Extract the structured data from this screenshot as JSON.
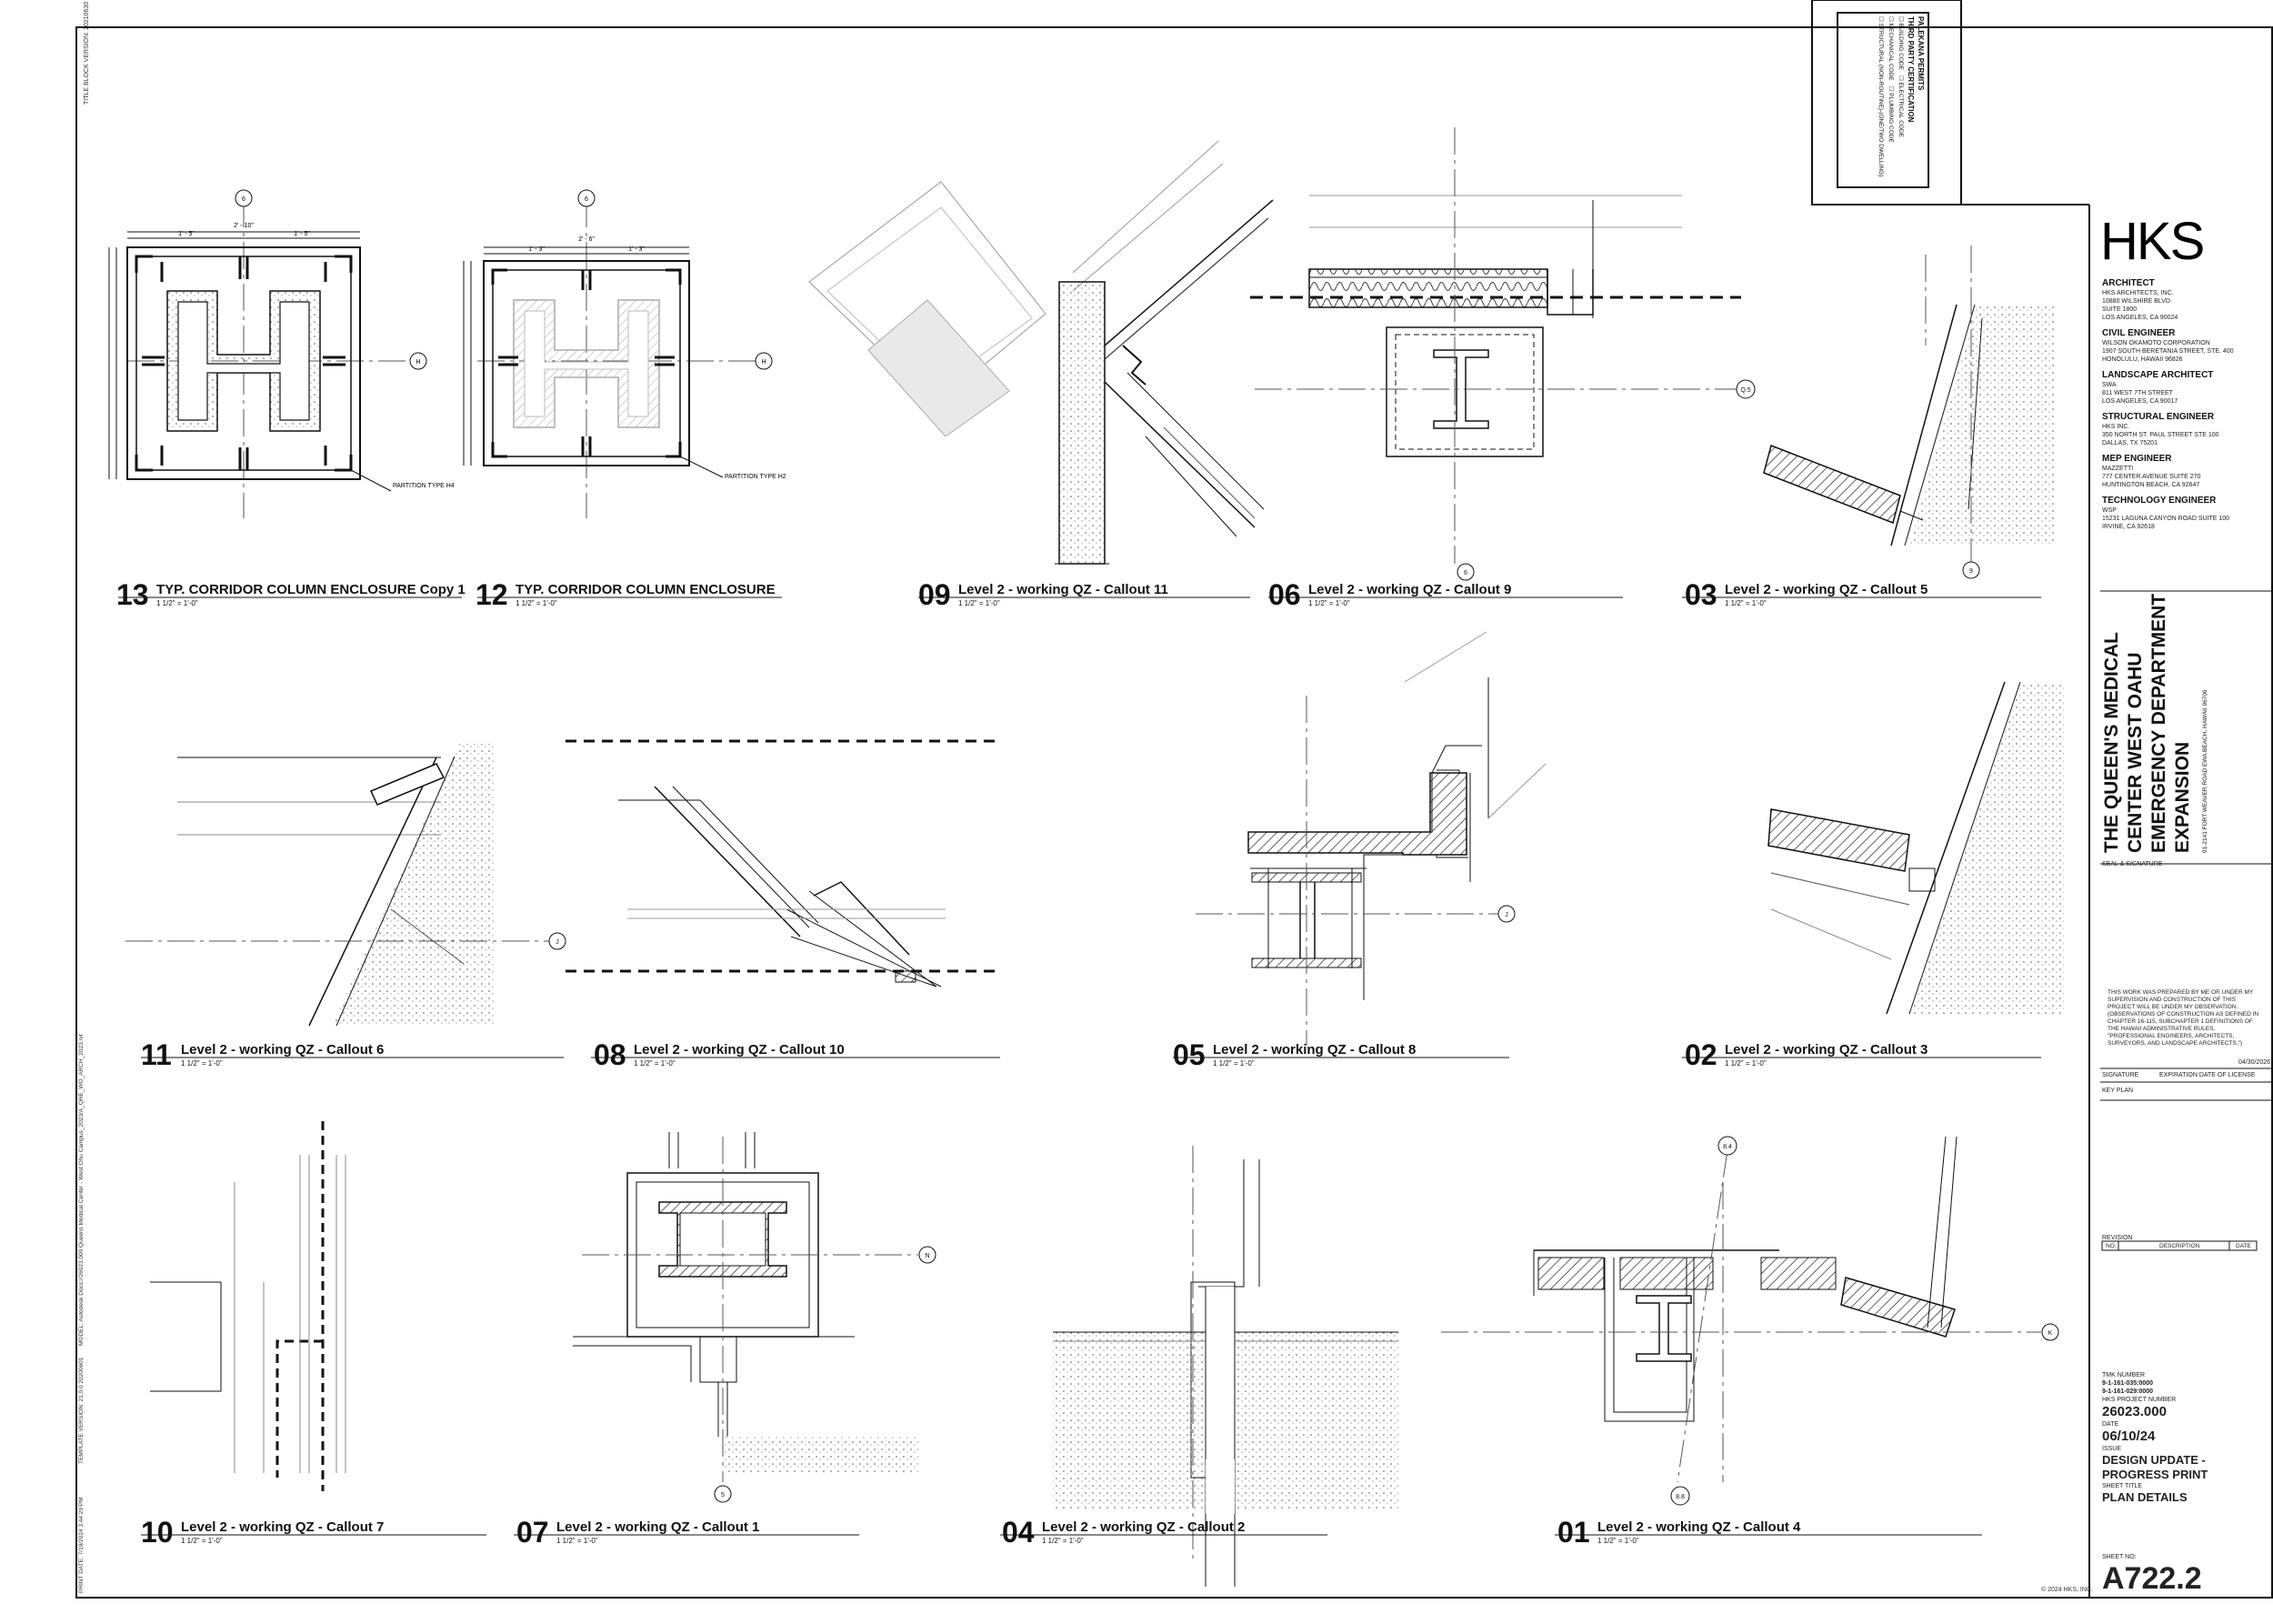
{
  "border_text": {
    "title_block_version": "TITLE BLOCK VERSION:  20210630",
    "print_date": "PRINT DATE: 7/19/2024 3:44:29 PM",
    "template_version": "TEMPLATE VERSION: 21.0.0  20200601",
    "model": "MODEL: Autodesk Docs://26023.000 Queens Medical Center - West Ohu Campus_2023/A_QHE_WO_ARCH_2023.rvt",
    "copyright": "© 2024 HKS, INC."
  },
  "permits": {
    "title": "PALEKANA PERMITS",
    "subtitle": "THIRD PARTY CERTIFICATION",
    "items": [
      "BUILDING CODE",
      "ELECTRICAL CODE",
      "MECHANICAL CODE",
      "PLUMBING CODE",
      "STRUCTURAL (NON-ROUTINE)-(ONE/TWO DWELLING)"
    ]
  },
  "title_block": {
    "logo": "HKS",
    "consultants": [
      {
        "role": "ARCHITECT",
        "lines": [
          "HKS ARCHITECTS, INC.",
          "10880 WILSHIRE BLVD.",
          "SUITE 1800",
          "LOS ANGELES, CA  90024"
        ]
      },
      {
        "role": "CIVIL ENGINEER",
        "lines": [
          "WILSON OKAMOTO CORPORATION",
          "1907 SOUTH BERETANIA STREET, STE. 400",
          "HONOLULU, HAWAII 96826"
        ]
      },
      {
        "role": "LANDSCAPE ARCHITECT",
        "lines": [
          "SWA",
          "811 WEST 7TH STREET",
          "LOS ANGELES, CA 90017"
        ]
      },
      {
        "role": "STRUCTURAL ENGINEER",
        "lines": [
          "HKS INC.",
          "350 NORTH ST. PAUL STREET STE 100",
          "DALLAS, TX 75201"
        ]
      },
      {
        "role": "MEP ENGINEER",
        "lines": [
          "MAZZETTI",
          "777 CENTER AVENUE SUITE 270",
          "HUNTINGTON BEACH, CA 92647"
        ]
      },
      {
        "role": "TECHNOLOGY ENGINEER",
        "lines": [
          "WSP",
          "15231 LAGUNA CANYON ROAD SUITE 100",
          "IRVINE, CA 92618"
        ]
      }
    ],
    "project_lines": [
      "THE QUEEN'S MEDICAL",
      "CENTER WEST OAHU",
      "EMERGENCY DEPARTMENT",
      "EXPANSION"
    ],
    "project_address": "91-2141 FORT WEAVER ROAD EWA BEACH, HAWAII 96706",
    "seal_label": "SEAL & SIGNATURE",
    "cert_text": [
      "THIS WORK WAS PREPARED BY ME OR UNDER MY",
      "SUPERVISION AND CONSTRUCTION OF THIS",
      "PROJECT WILL BE UNDER MY OBSERVATION.",
      "(OBSERVATIONS OF CONSTRUCTION AS DEFINED IN",
      "CHAPTER 16-115, SUBCHAPTER 1 DEFINITIONS OF",
      "THE HAWAII ADMINISTRATIVE RULES,",
      "\"PROFESSIONAL ENGINEERS, ARCHITECTS,",
      "SURVEYORS, AND LANDSCAPE ARCHITECTS.\")"
    ],
    "expiration_date": "04/30/2026",
    "signature_label": "SIGNATURE",
    "expiration_label": "EXPIRATION DATE OF LICENSE",
    "key_plan_label": "KEY PLAN",
    "revision_label": "REVISION",
    "revision_cols": [
      "NO.",
      "DESCRIPTION",
      "DATE"
    ],
    "tmk_label": "TMK NUMBER",
    "tmk_values": [
      "9-1-161-035:0000",
      "9-1-161-029:0000"
    ],
    "project_number_label": "HKS PROJECT NUMBER",
    "project_number": "26023.000",
    "date_label": "DATE",
    "date": "06/10/24",
    "issue_label": "ISSUE",
    "issue_lines": [
      "DESIGN UPDATE -",
      "PROGRESS PRINT"
    ],
    "sheet_title_label": "SHEET TITLE",
    "sheet_title": "PLAN DETAILS",
    "sheet_no_label": "SHEET NO:",
    "sheet_no": "A722.2"
  },
  "details": [
    {
      "number": "13",
      "title": "TYP. CORRIDOR COLUMN ENCLOSURE Copy 1",
      "scale": "1 1/2\" = 1'-0\""
    },
    {
      "number": "12",
      "title": "TYP. CORRIDOR COLUMN ENCLOSURE",
      "scale": "1 1/2\" = 1'-0\""
    },
    {
      "number": "09",
      "title": "Level 2 - working QZ - Callout 11",
      "scale": "1 1/2\" = 1'-0\""
    },
    {
      "number": "06",
      "title": "Level 2 - working QZ - Callout 9",
      "scale": "1 1/2\" = 1'-0\""
    },
    {
      "number": "03",
      "title": "Level 2 - working QZ - Callout 5",
      "scale": "1 1/2\" = 1'-0\""
    },
    {
      "number": "11",
      "title": "Level 2 - working QZ - Callout 6",
      "scale": "1 1/2\" = 1'-0\""
    },
    {
      "number": "08",
      "title": "Level 2 - working QZ - Callout 10",
      "scale": "1 1/2\" = 1'-0\""
    },
    {
      "number": "05",
      "title": "Level 2 - working QZ - Callout 8",
      "scale": "1 1/2\" = 1'-0\""
    },
    {
      "number": "02",
      "title": "Level 2 - working QZ - Callout 3",
      "scale": "1 1/2\" = 1'-0\""
    },
    {
      "number": "10",
      "title": "Level 2 - working QZ - Callout 7",
      "scale": "1 1/2\" = 1'-0\""
    },
    {
      "number": "07",
      "title": "Level 2 - working QZ - Callout 1",
      "scale": "1 1/2\" = 1'-0\""
    },
    {
      "number": "04",
      "title": "Level 2 - working QZ - Callout 2",
      "scale": "1 1/2\" = 1'-0\""
    },
    {
      "number": "01",
      "title": "Level 2 - working QZ - Callout 4",
      "scale": "1 1/2\" = 1'-0\""
    }
  ],
  "annotations": {
    "grid_h": "H",
    "grid_6": "6",
    "grid_9": "9",
    "grid_j": "J",
    "grid_n": "N",
    "grid_5": "5",
    "grid_k": "K",
    "grid_8_4": "8.4",
    "grid_8_8": "8.8",
    "grid_q_5": "Q.5",
    "partition_h4": "PARTITION TYPE H4",
    "partition_h2": "PARTITION TYPE H2",
    "dim_13_total": "2' - 10\"",
    "dim_13_left": "1' - 5\"",
    "dim_13_right": "1' - 5\"",
    "dim_12_total": "2' - 6\"",
    "dim_12_left": "1' - 3\"",
    "dim_12_right": "1' - 3\""
  }
}
